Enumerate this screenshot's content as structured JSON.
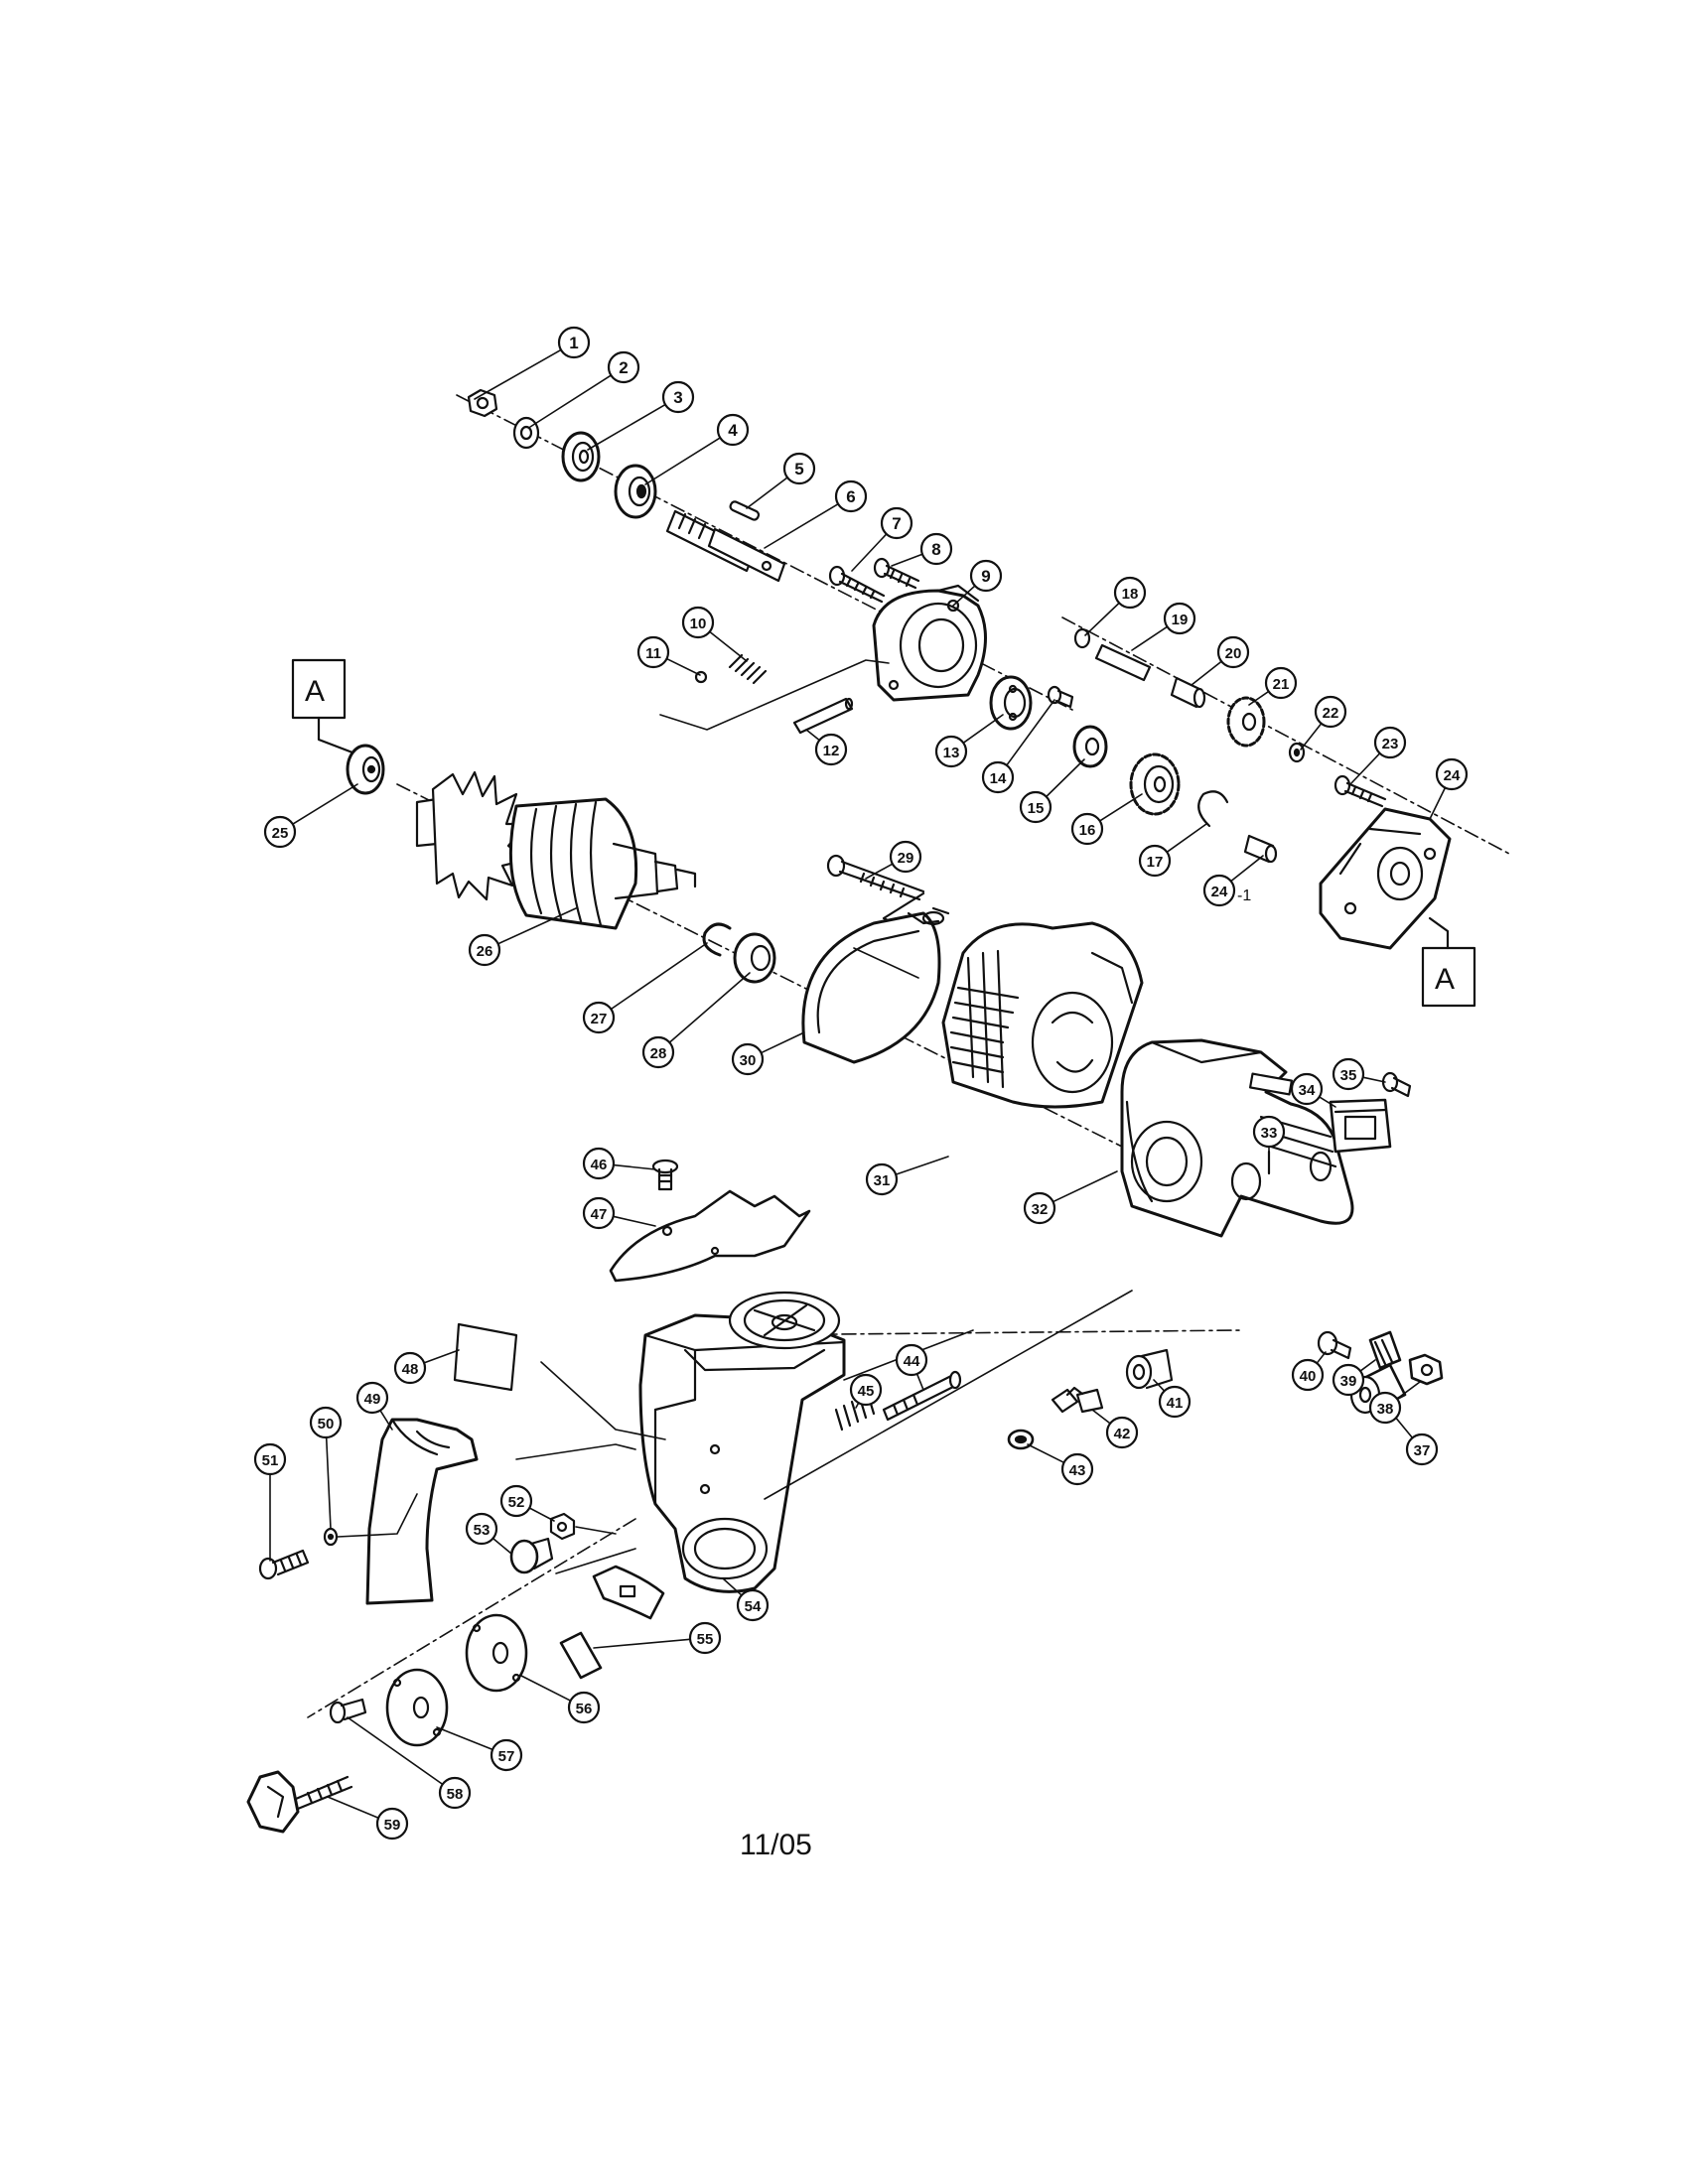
{
  "footer": {
    "date": "11/05"
  },
  "section_marker": "A",
  "parts": [
    "1",
    "2",
    "3",
    "4",
    "5",
    "6",
    "7",
    "8",
    "9",
    "10",
    "11",
    "12",
    "13",
    "14",
    "15",
    "16",
    "17",
    "18",
    "19",
    "20",
    "21",
    "22",
    "23",
    "24",
    "24",
    "25",
    "26",
    "27",
    "28",
    "29",
    "30",
    "31",
    "32",
    "33",
    "34",
    "35",
    "37",
    "38",
    "39",
    "40",
    "41",
    "42",
    "43",
    "44",
    "45",
    "46",
    "47",
    "48",
    "49",
    "50",
    "51",
    "52",
    "53",
    "54",
    "55",
    "56",
    "57",
    "58",
    "59"
  ],
  "part_24_suffix": "-1",
  "colors": {
    "ink": "#111111",
    "paper": "#ffffff"
  }
}
